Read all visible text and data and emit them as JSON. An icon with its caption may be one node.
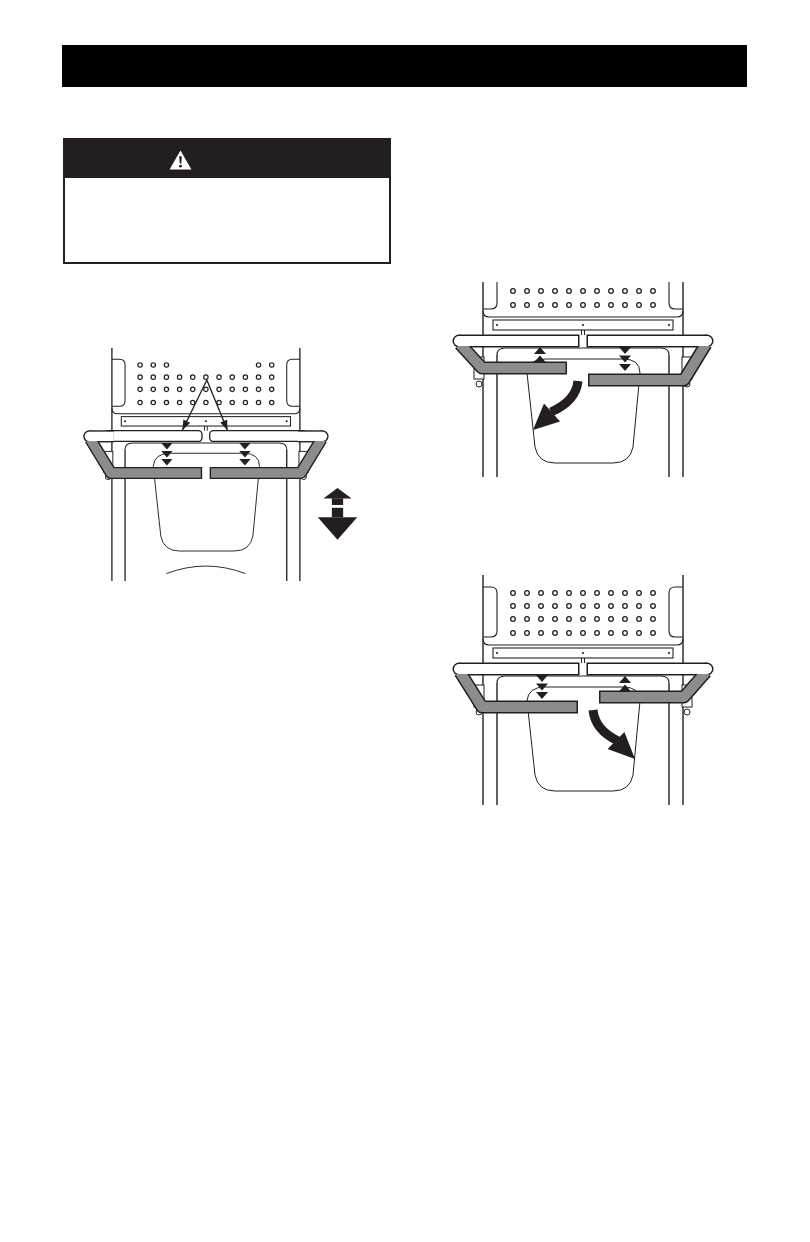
{
  "diagram": {
    "nodes": [
      {
        "text": [],
        "shape": "bar"
      },
      {
        "text": [],
        "shape": "bar"
      }
    ],
    "edges": [
      {
        "from": null,
        "to": 0,
        "arrow": "to"
      },
      {
        "from": null,
        "to": 1,
        "arrow": "to"
      }
    ]
  }
}
